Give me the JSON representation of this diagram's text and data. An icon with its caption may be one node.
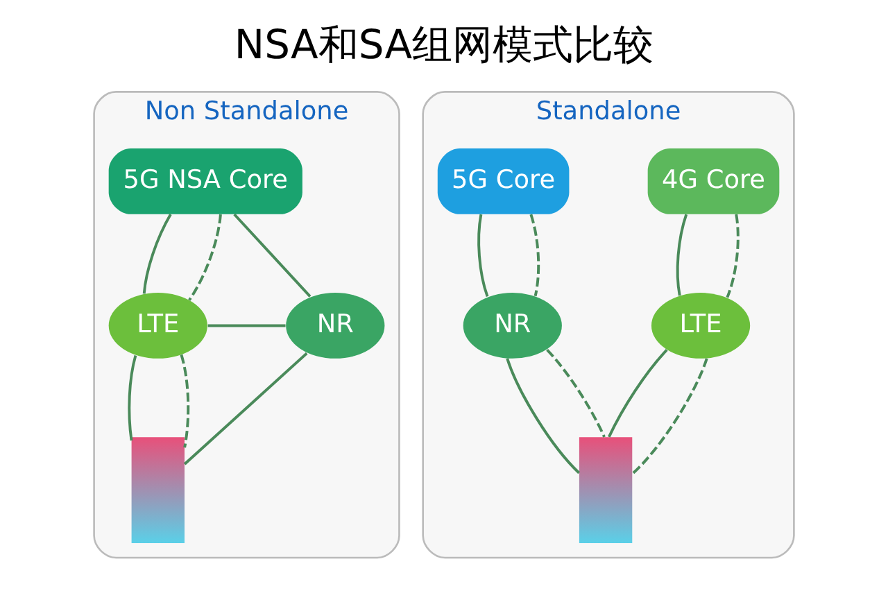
{
  "diagram": {
    "title": "NSA和SA组网模式比较",
    "nodes": [
      {
        "text": [
          "Non Standalone"
        ]
      },
      {
        "text": [
          "5G NSA Core"
        ],
        "in": 0
      },
      {
        "text": [
          "LTE"
        ],
        "in": 0
      },
      {
        "text": [
          "NR"
        ],
        "in": 0
      },
      {
        "text": [],
        "shape": "picture",
        "in": 0
      },
      {
        "text": [
          "Standalone"
        ]
      },
      {
        "text": [
          "4G Core"
        ],
        "in": 5
      },
      {
        "text": [
          "5G Core"
        ],
        "in": 5
      },
      {
        "text": [
          "LTE"
        ],
        "in": 5
      },
      {
        "text": [
          "NR"
        ],
        "in": 5
      },
      {
        "text": [],
        "shape": "picture",
        "in": 5
      }
    ],
    "edges": [
      {
        "from": 1,
        "to": 2,
        "arrow": "none"
      },
      {
        "from": 1,
        "to": 2,
        "arrow": "none",
        "style": "dashed"
      },
      {
        "from": 1,
        "to": 3,
        "arrow": "none"
      },
      {
        "from": 2,
        "to": 3,
        "arrow": "none"
      },
      {
        "from": 2,
        "to": 4,
        "arrow": "none"
      },
      {
        "from": 2,
        "to": 4,
        "arrow": "none",
        "style": "dashed"
      },
      {
        "from": 3,
        "to": 4,
        "arrow": "none"
      },
      {
        "from": 6,
        "to": 8,
        "arrow": "none"
      },
      {
        "from": 6,
        "to": 8,
        "arrow": "none",
        "style": "dashed"
      },
      {
        "from": 7,
        "to": 9,
        "arrow": "none"
      },
      {
        "from": 7,
        "to": 9,
        "arrow": "none",
        "style": "dashed"
      },
      {
        "from": 8,
        "to": 10,
        "arrow": "none"
      },
      {
        "from": 8,
        "to": 10,
        "arrow": "none",
        "style": "dashed"
      },
      {
        "from": 9,
        "to": 10,
        "arrow": "none"
      },
      {
        "from": 9,
        "to": 10,
        "arrow": "none",
        "style": "dashed"
      }
    ]
  }
}
